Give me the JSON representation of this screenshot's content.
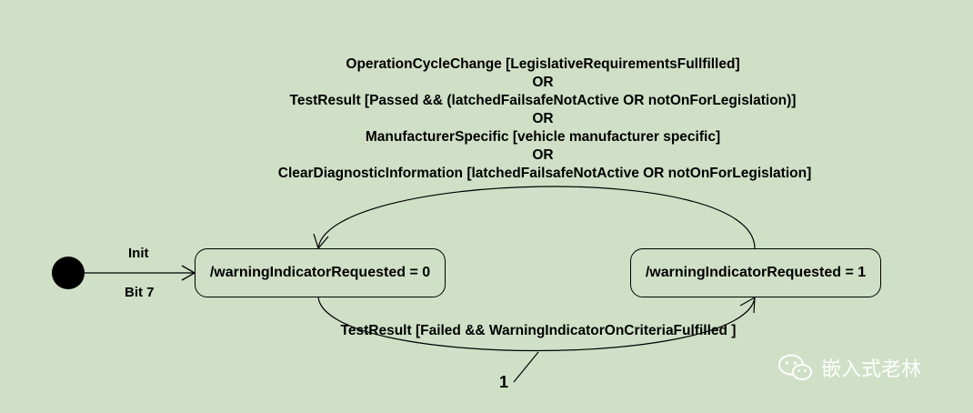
{
  "diagram": {
    "reset_conditions": [
      "OperationCycleChange [LegislativeRequirementsFullfilled]",
      "OR",
      "TestResult [Passed && (latchedFailsafeNotActive OR notOnForLegislation)]",
      "OR",
      "ManufacturerSpecific [vehicle manufacturer specific]",
      "OR",
      "ClearDiagnosticInformation [latchedFailsafeNotActive OR notOnForLegislation]"
    ],
    "init_label": "Init",
    "bit_label": "Bit 7",
    "state_off": "/warningIndicatorRequested = 0",
    "state_on": "/warningIndicatorRequested = 1",
    "set_condition": "TestResult [Failed && WarningIndicatorOnCriteriaFulfilled ]",
    "set_value": "1"
  },
  "watermark": {
    "text": "嵌入式老林",
    "icon": "wechat-icon"
  },
  "colors": {
    "background": "#cfe0c6",
    "line": "#000000",
    "watermark": "#ffffff"
  }
}
